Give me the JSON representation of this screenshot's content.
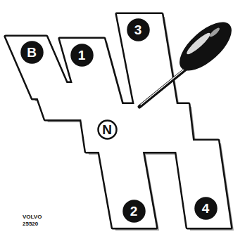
{
  "diagram": {
    "nodes": [
      {
        "text": [
          "B"
        ]
      },
      {
        "text": [
          "1"
        ]
      },
      {
        "text": [
          "3"
        ]
      },
      {
        "text": [
          "N"
        ]
      },
      {
        "text": [
          "2"
        ]
      },
      {
        "text": [
          "4"
        ]
      }
    ],
    "labels": [
      "VOLVO",
      "25520"
    ]
  }
}
